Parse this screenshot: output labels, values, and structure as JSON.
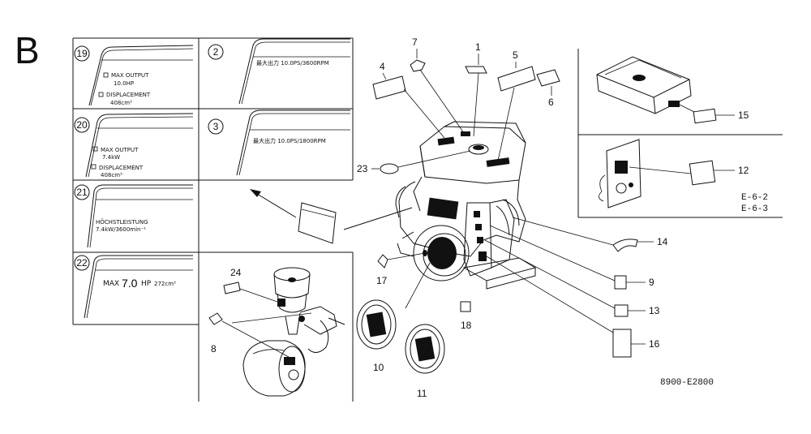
{
  "section_letter": "B",
  "panels": {
    "p19": {
      "num": "19",
      "line1": "MAX OUTPUT",
      "line2": "10.0HP",
      "line3": "DISPLACEMENT",
      "line4": "408cm³"
    },
    "p2": {
      "num": "2",
      "text": "最大出力 10.0PS/3600RPM"
    },
    "p20": {
      "num": "20",
      "line1": "MAX OUTPUT",
      "line2": "7.4kW",
      "line3": "DISPLACEMENT",
      "line4": "408cm³"
    },
    "p3": {
      "num": "3",
      "text": "最大出力 10.0PS/1800RPM"
    },
    "p21": {
      "num": "21",
      "line1": "HÖCHSTLEISTUNG",
      "line2": "7.4kW/3600min⁻¹"
    },
    "p22": {
      "num": "22",
      "max": "MAX",
      "value": "7.0",
      "unit": "HP",
      "disp": "272cm³"
    }
  },
  "callouts": [
    "1",
    "2",
    "3",
    "4",
    "5",
    "6",
    "7",
    "8",
    "9",
    "10",
    "11",
    "12",
    "13",
    "14",
    "15",
    "16",
    "17",
    "18",
    "19",
    "20",
    "21",
    "22",
    "23",
    "24"
  ],
  "inset_codes": {
    "line1": "E-6-2",
    "line2": "E-6-3"
  },
  "diagram_code": "8900-E2800",
  "callout_labels": {
    "c1": "1",
    "c4": "4",
    "c5": "5",
    "c6": "6",
    "c7": "7",
    "c8": "8",
    "c9": "9",
    "c10": "10",
    "c11": "11",
    "c12": "12",
    "c13": "13",
    "c14": "14",
    "c15": "15",
    "c16": "16",
    "c17": "17",
    "c18": "18",
    "c23": "23",
    "c24": "24"
  }
}
